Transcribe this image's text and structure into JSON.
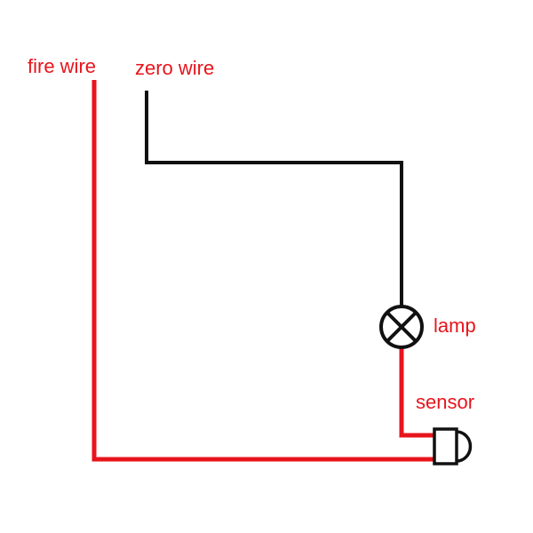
{
  "labels": {
    "fire_wire": "fire wire",
    "zero_wire": "zero wire",
    "lamp": "lamp",
    "sensor": "sensor"
  },
  "colors": {
    "live_wire": "#e8141c",
    "neutral_wire": "#111111",
    "label_text": "#e8141c",
    "background": "#ffffff"
  }
}
